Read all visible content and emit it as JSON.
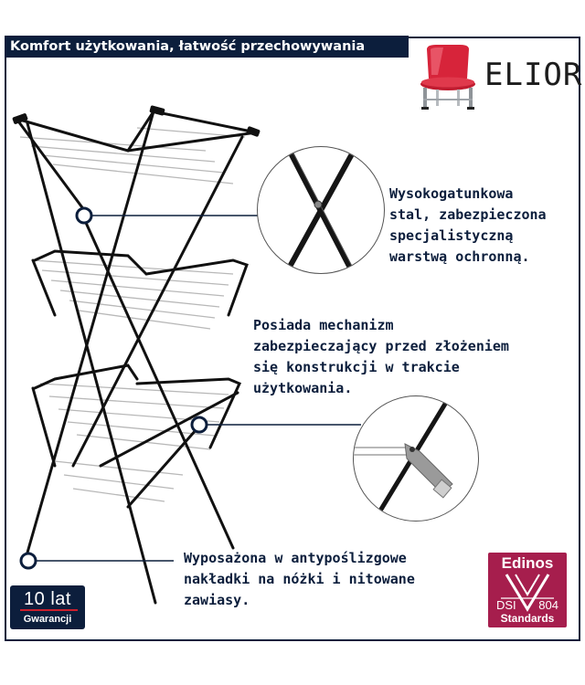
{
  "banner": {
    "title": "Komfort użytkowania, łatwość przechowywania"
  },
  "brand": {
    "name": "ELIOR",
    "logo_icon": "red-chair-icon"
  },
  "features": [
    {
      "text": "Wysokogatunkowa\nstal, zabezpieczona\nspecjalistyczną\nwarstwą ochronną.",
      "zoom_icon": "steel-hinge-closeup-icon"
    },
    {
      "text": "Posiada mechanizm\nzabezpieczający przed złożeniem\nsię konstrukcji w trakcie\nużytkowania.",
      "zoom_icon": "locking-mechanism-closeup-icon"
    },
    {
      "text": "Wyposażona w antypoślizgowe\nnakładki na nóżki i nitowane\nzawiasy.",
      "zoom_icon": null
    }
  ],
  "warranty": {
    "years": "10 lat",
    "label": "Gwarancji"
  },
  "certification": {
    "brand": "Edinos",
    "standard_left": "DSI",
    "standard_right": "804",
    "label": "Standards"
  },
  "colors": {
    "navy": "#0c1e3c",
    "chair_red": "#d7243a",
    "cert_magenta": "#a61e4d",
    "frame_black": "#111111",
    "rail_grey": "#b8b8b8"
  }
}
